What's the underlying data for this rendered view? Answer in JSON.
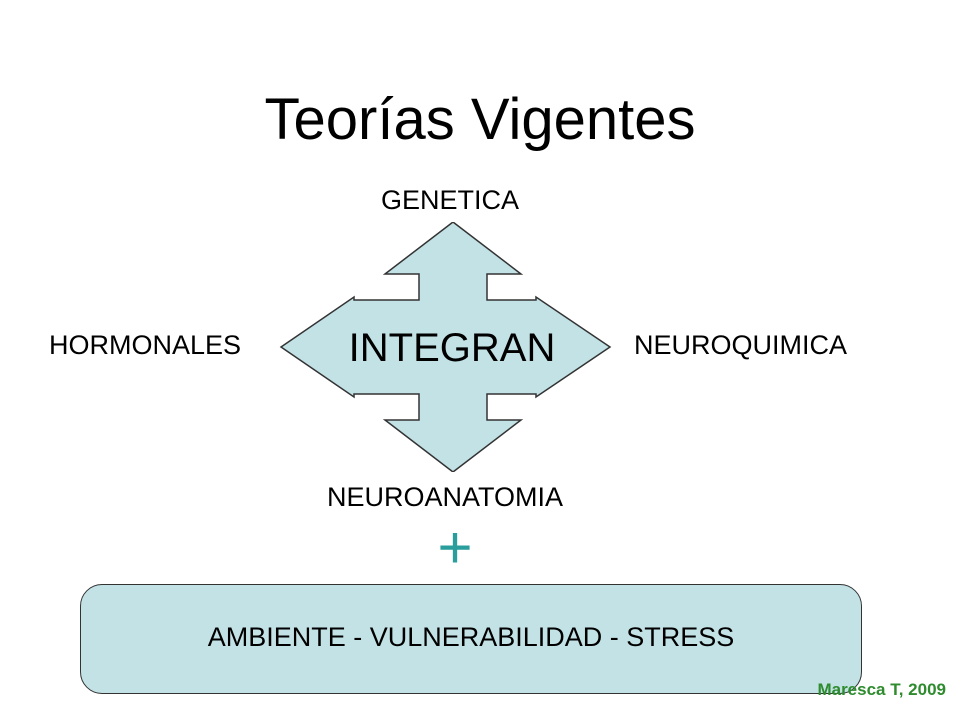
{
  "title": "Teorías Vigentes",
  "diagram": {
    "top_label": "GENETICA",
    "bottom_label": "NEUROANATOMIA",
    "left_label": "HORMONALES",
    "right_label": "NEUROQUIMICA",
    "center_label": "INTEGRAN",
    "plus_sign": "+",
    "environment_label": "AMBIENTE - VULNERABILIDAD - STRESS"
  },
  "credit": "Maresca T, 2009",
  "colors": {
    "arrow_fill": "#c2e2e6",
    "outline": "#333333",
    "plus": "#2a9d9d",
    "credit": "#2e8b2e"
  }
}
